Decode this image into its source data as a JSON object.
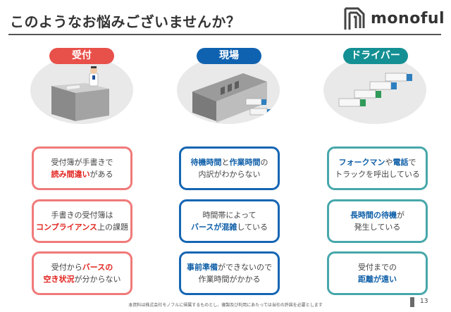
{
  "page": {
    "title": "このようなお悩みございませんか？",
    "logo_text": "monoful",
    "footer_note": "本資料は株式会社モノフルに帰属するものとし、複製及び利用にあたっては当社の許諾を必要とします",
    "page_number": "13"
  },
  "columns": [
    {
      "header": "受付",
      "color": "#e8504a",
      "image_icon": "reception-desk-illustration",
      "cards": [
        {
          "lines": [
            [
              {
                "t": "受付簿が手書きで",
                "hl": false
              }
            ],
            [
              {
                "t": "読み間違い",
                "hl": true
              },
              {
                "t": "がある",
                "hl": false
              }
            ]
          ]
        },
        {
          "lines": [
            [
              {
                "t": "手書きの受付簿は",
                "hl": false
              }
            ],
            [
              {
                "t": "コンプライアンス",
                "hl": true
              },
              {
                "t": "上の課題",
                "hl": false
              }
            ]
          ]
        },
        {
          "lines": [
            [
              {
                "t": "受付から",
                "hl": false
              },
              {
                "t": "バースの",
                "hl": true
              }
            ],
            [
              {
                "t": "空き状況",
                "hl": true
              },
              {
                "t": "が分からない",
                "hl": false
              }
            ]
          ]
        }
      ]
    },
    {
      "header": "現場",
      "color": "#0f62b0",
      "image_icon": "warehouse-trucks-illustration",
      "cards": [
        {
          "lines": [
            [
              {
                "t": "待機時間",
                "hl": true
              },
              {
                "t": "と",
                "hl": false
              },
              {
                "t": "作業時間",
                "hl": true
              },
              {
                "t": "の",
                "hl": false
              }
            ],
            [
              {
                "t": "内訳がわからない",
                "hl": false
              }
            ]
          ]
        },
        {
          "lines": [
            [
              {
                "t": "時間帯によって",
                "hl": false
              }
            ],
            [
              {
                "t": "バースが混雑",
                "hl": true
              },
              {
                "t": "している",
                "hl": false
              }
            ]
          ]
        },
        {
          "lines": [
            [
              {
                "t": "事前準備",
                "hl": true
              },
              {
                "t": "ができないので",
                "hl": false
              }
            ],
            [
              {
                "t": "作業時間がかかる",
                "hl": false
              }
            ]
          ]
        }
      ]
    },
    {
      "header": "ドライバー",
      "color": "#149094",
      "image_icon": "truck-queue-illustration",
      "cards": [
        {
          "lines": [
            [
              {
                "t": "フォークマン",
                "hl": true
              },
              {
                "t": "や",
                "hl": false
              },
              {
                "t": "電話",
                "hl": true
              },
              {
                "t": "で",
                "hl": false
              }
            ],
            [
              {
                "t": "トラックを呼出している",
                "hl": false
              }
            ]
          ]
        },
        {
          "lines": [
            [
              {
                "t": "長時間の待機",
                "hl": true
              },
              {
                "t": "が",
                "hl": false
              }
            ],
            [
              {
                "t": "発生している",
                "hl": false
              }
            ]
          ]
        },
        {
          "lines": [
            [
              {
                "t": "受付までの",
                "hl": false
              }
            ],
            [
              {
                "t": "距離が遠い",
                "hl": true
              }
            ]
          ]
        }
      ]
    }
  ]
}
